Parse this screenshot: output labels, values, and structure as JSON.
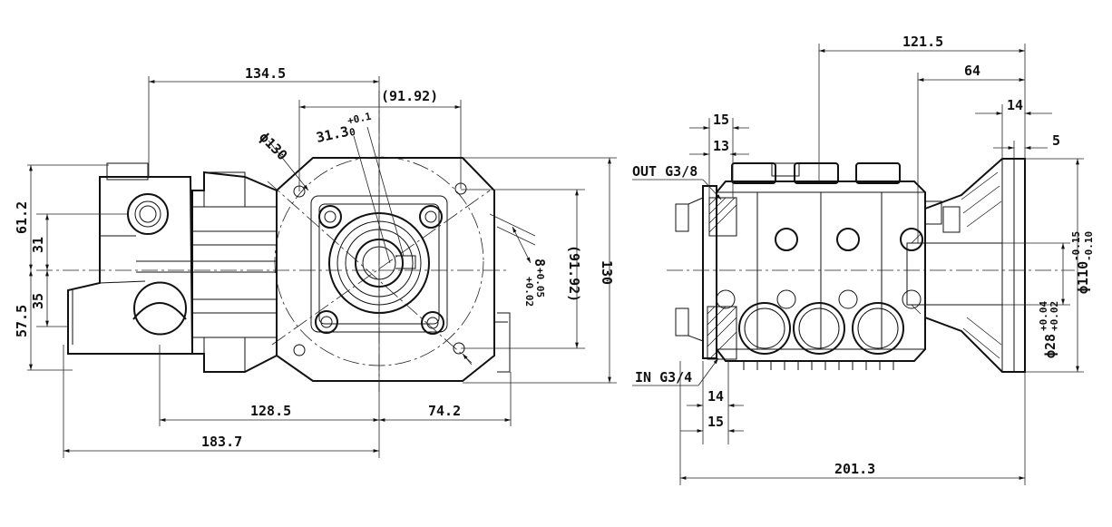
{
  "left_view": {
    "dim_top_width": "134.5",
    "dim_pcd_h": "(91.92)",
    "dim_shaft_step": "31.3",
    "dim_shaft_step_tol_upper": "+0.1",
    "dim_shaft_step_tol_lower": "0",
    "dim_flange_dia": "ϕ130",
    "dim_keyway": "8",
    "dim_keyway_tol_upper": "+0.05",
    "dim_keyway_tol_lower": "+0.02",
    "dim_pcd_v": "(91.92)",
    "dim_height": "130",
    "dim_left_upper": "61.2",
    "dim_left_upper_inner": "31",
    "dim_left_lower_inner": "35",
    "dim_left_lower": "57.5",
    "dim_bottom_left": "128.5",
    "dim_bottom_right": "74.2",
    "dim_overall": "183.7"
  },
  "right_view": {
    "dim_top_long": "121.5",
    "dim_top_mid": "64",
    "dim_top_14": "14",
    "dim_top_5": "5",
    "dim_15_top": "15",
    "dim_13_top": "13",
    "label_out": "OUT G3/8",
    "label_in": "IN G3/4",
    "dim_14_bottom": "14",
    "dim_15_bottom": "15",
    "dim_overall": "201.3",
    "dim_flange_dia": "ϕ110",
    "dim_flange_tol_upper": "-0.15",
    "dim_flange_tol_lower": "-0.10",
    "dim_shaft_dia": "ϕ28",
    "dim_shaft_tol_upper": "+0.04",
    "dim_shaft_tol_lower": "+0.02"
  }
}
